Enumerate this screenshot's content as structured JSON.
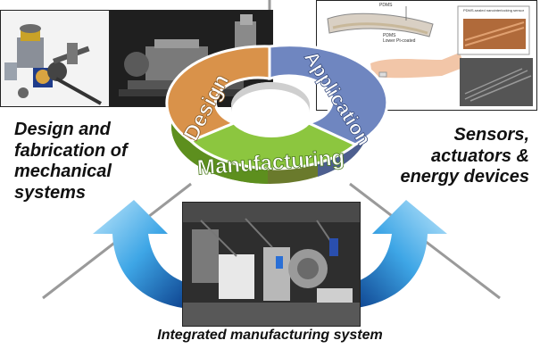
{
  "diagram": {
    "ring": {
      "segments": [
        {
          "label": "Design",
          "color": "#d9924a"
        },
        {
          "label": "Application",
          "color": "#6f86c0"
        },
        {
          "label": "Manufacturing",
          "color": "#8cc63f"
        }
      ]
    },
    "captions": {
      "left": [
        "Design and",
        "fabrication of",
        "mechanical",
        "systems"
      ],
      "right": [
        "Sensors,",
        "actuators &",
        "energy devices"
      ],
      "bottom": "Integrated manufacturing system"
    },
    "photos": {
      "device_labels": [
        "PDMS",
        "Lower Pt-coated",
        "PDMS",
        "PDMS-sealed nanointerlocking sensor"
      ]
    },
    "arrow_color": "#1e88d6"
  }
}
